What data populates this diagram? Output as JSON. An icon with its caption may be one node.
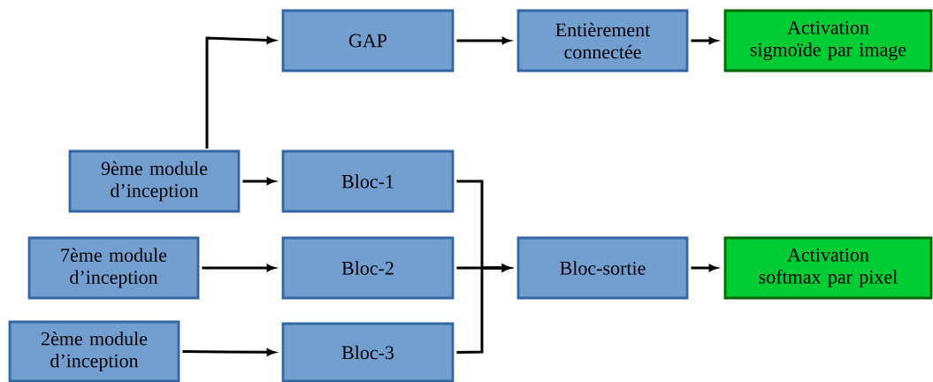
{
  "diagram": {
    "nodes": [
      {
        "text": [
          "GAP"
        ]
      },
      {
        "text": [
          "Entièrement connectée"
        ]
      },
      {
        "text": [
          "Activation sigmoïde par image"
        ]
      },
      {
        "text": [
          "9ème module d’inception"
        ]
      },
      {
        "text": [
          "Bloc-1"
        ]
      },
      {
        "text": [
          "7ème module d’inception"
        ]
      },
      {
        "text": [
          "Bloc-2"
        ]
      },
      {
        "text": [
          "2ème module d’inception"
        ]
      },
      {
        "text": [
          "Bloc-3"
        ]
      },
      {
        "text": [
          "Bloc-sortie"
        ]
      },
      {
        "text": [
          "Activation softmax par pixel"
        ]
      }
    ],
    "edges": [
      {
        "from": 3,
        "to": 0,
        "arrow": "to"
      },
      {
        "from": 0,
        "to": 1,
        "arrow": "to"
      },
      {
        "from": 1,
        "to": 2,
        "arrow": "to"
      },
      {
        "from": 3,
        "to": 4,
        "arrow": "to"
      },
      {
        "from": 5,
        "to": 6,
        "arrow": "to"
      },
      {
        "from": 7,
        "to": 8,
        "arrow": "to"
      },
      {
        "from": 4,
        "to": 9,
        "arrow": "to"
      },
      {
        "from": 6,
        "to": 9,
        "arrow": "to"
      },
      {
        "from": 8,
        "to": 9,
        "arrow": "to"
      },
      {
        "from": 9,
        "to": 10,
        "arrow": "to"
      }
    ]
  }
}
